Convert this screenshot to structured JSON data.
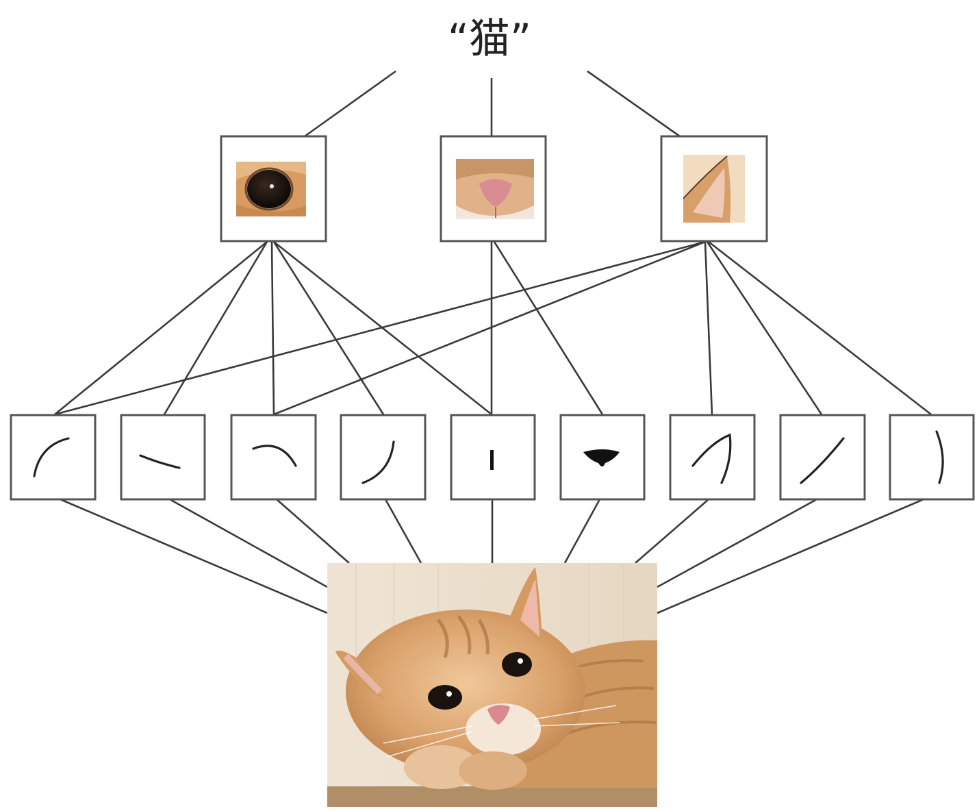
{
  "title": "“猫”",
  "levels": {
    "output": {
      "label": "“猫”"
    },
    "parts": [
      {
        "name": "cat-eye"
      },
      {
        "name": "cat-nose"
      },
      {
        "name": "cat-ear"
      }
    ],
    "edges": [
      {
        "name": "curve-arc-left"
      },
      {
        "name": "curve-downward-slant"
      },
      {
        "name": "curve-arc-right"
      },
      {
        "name": "curve-lower-left"
      },
      {
        "name": "vertical-dash"
      },
      {
        "name": "nose-blob"
      },
      {
        "name": "ear-point"
      },
      {
        "name": "diagonal-line"
      },
      {
        "name": "vertical-curve"
      }
    ],
    "input": {
      "name": "kitten-photo"
    }
  },
  "colors": {
    "line": "#3a3a3a",
    "box_border": "#555555",
    "fur": "#d9a06a",
    "wall": "#efe4d4"
  }
}
